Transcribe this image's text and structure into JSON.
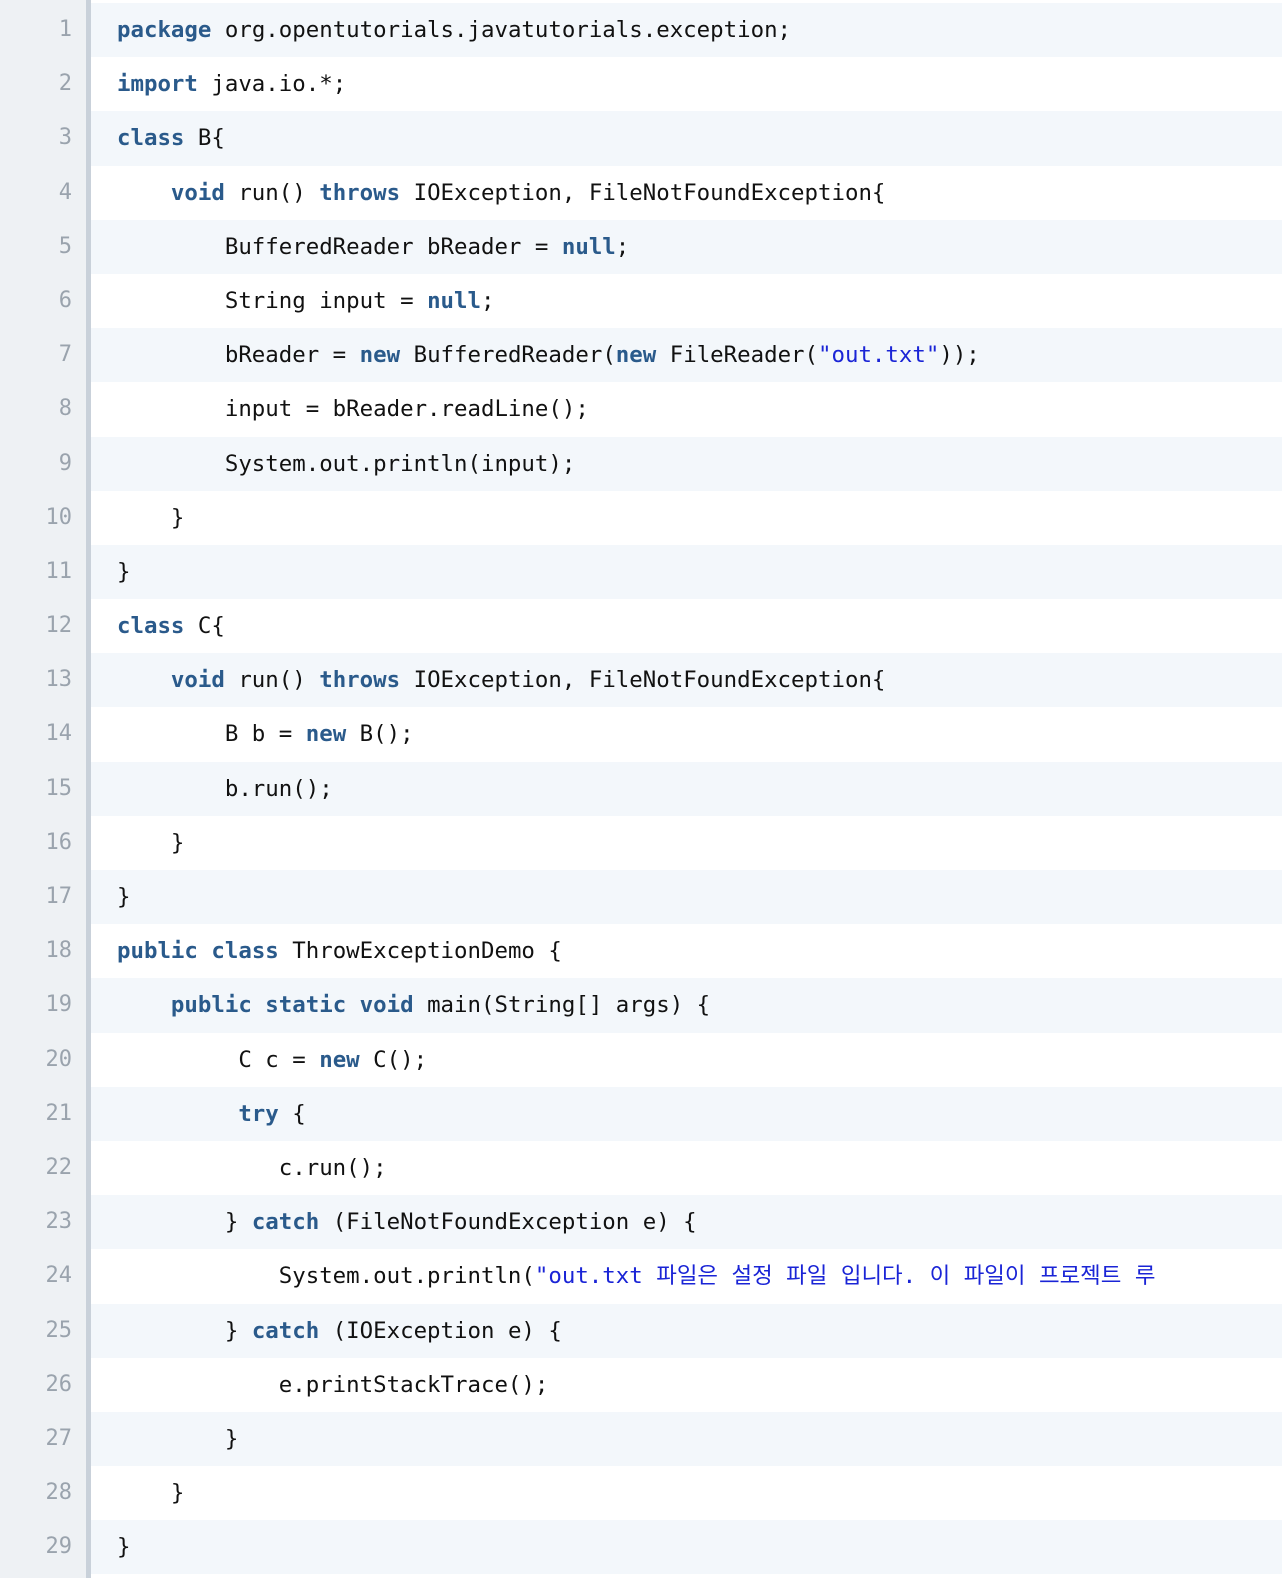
{
  "code": {
    "lines": [
      {
        "number": "1",
        "tokens": [
          {
            "t": "package",
            "k": "keyword"
          },
          {
            "t": " org.opentutorials.javatutorials.exception;",
            "k": "plain"
          }
        ]
      },
      {
        "number": "2",
        "tokens": [
          {
            "t": "import",
            "k": "keyword"
          },
          {
            "t": " java.io.*;",
            "k": "plain"
          }
        ]
      },
      {
        "number": "3",
        "tokens": [
          {
            "t": "class",
            "k": "keyword"
          },
          {
            "t": " B{",
            "k": "plain"
          }
        ]
      },
      {
        "number": "4",
        "tokens": [
          {
            "t": "    ",
            "k": "plain"
          },
          {
            "t": "void",
            "k": "keyword"
          },
          {
            "t": " run() ",
            "k": "plain"
          },
          {
            "t": "throws",
            "k": "keyword"
          },
          {
            "t": " IOException, FileNotFoundException{",
            "k": "plain"
          }
        ]
      },
      {
        "number": "5",
        "tokens": [
          {
            "t": "        BufferedReader bReader = ",
            "k": "plain"
          },
          {
            "t": "null",
            "k": "keyword"
          },
          {
            "t": ";",
            "k": "plain"
          }
        ]
      },
      {
        "number": "6",
        "tokens": [
          {
            "t": "        String input = ",
            "k": "plain"
          },
          {
            "t": "null",
            "k": "keyword"
          },
          {
            "t": ";",
            "k": "plain"
          }
        ]
      },
      {
        "number": "7",
        "tokens": [
          {
            "t": "        bReader = ",
            "k": "plain"
          },
          {
            "t": "new",
            "k": "keyword"
          },
          {
            "t": " BufferedReader(",
            "k": "plain"
          },
          {
            "t": "new",
            "k": "keyword"
          },
          {
            "t": " FileReader(",
            "k": "plain"
          },
          {
            "t": "\"out.txt\"",
            "k": "string"
          },
          {
            "t": "));",
            "k": "plain"
          }
        ]
      },
      {
        "number": "8",
        "tokens": [
          {
            "t": "        input = bReader.readLine();",
            "k": "plain"
          }
        ]
      },
      {
        "number": "9",
        "tokens": [
          {
            "t": "        System.out.println(input);",
            "k": "plain"
          }
        ]
      },
      {
        "number": "10",
        "tokens": [
          {
            "t": "    }",
            "k": "plain"
          }
        ]
      },
      {
        "number": "11",
        "tokens": [
          {
            "t": "}",
            "k": "plain"
          }
        ]
      },
      {
        "number": "12",
        "tokens": [
          {
            "t": "class",
            "k": "keyword"
          },
          {
            "t": " C{",
            "k": "plain"
          }
        ]
      },
      {
        "number": "13",
        "tokens": [
          {
            "t": "    ",
            "k": "plain"
          },
          {
            "t": "void",
            "k": "keyword"
          },
          {
            "t": " run() ",
            "k": "plain"
          },
          {
            "t": "throws",
            "k": "keyword"
          },
          {
            "t": " IOException, FileNotFoundException{",
            "k": "plain"
          }
        ]
      },
      {
        "number": "14",
        "tokens": [
          {
            "t": "        B b = ",
            "k": "plain"
          },
          {
            "t": "new",
            "k": "keyword"
          },
          {
            "t": " B();",
            "k": "plain"
          }
        ]
      },
      {
        "number": "15",
        "tokens": [
          {
            "t": "        b.run();",
            "k": "plain"
          }
        ]
      },
      {
        "number": "16",
        "tokens": [
          {
            "t": "    }",
            "k": "plain"
          }
        ]
      },
      {
        "number": "17",
        "tokens": [
          {
            "t": "}",
            "k": "plain"
          }
        ]
      },
      {
        "number": "18",
        "tokens": [
          {
            "t": "public",
            "k": "keyword"
          },
          {
            "t": " ",
            "k": "plain"
          },
          {
            "t": "class",
            "k": "keyword"
          },
          {
            "t": " ThrowExceptionDemo {",
            "k": "plain"
          }
        ]
      },
      {
        "number": "19",
        "tokens": [
          {
            "t": "    ",
            "k": "plain"
          },
          {
            "t": "public",
            "k": "keyword"
          },
          {
            "t": " ",
            "k": "plain"
          },
          {
            "t": "static",
            "k": "keyword"
          },
          {
            "t": " ",
            "k": "plain"
          },
          {
            "t": "void",
            "k": "keyword"
          },
          {
            "t": " main(String[] args) {",
            "k": "plain"
          }
        ]
      },
      {
        "number": "20",
        "tokens": [
          {
            "t": "         C c = ",
            "k": "plain"
          },
          {
            "t": "new",
            "k": "keyword"
          },
          {
            "t": " C();",
            "k": "plain"
          }
        ]
      },
      {
        "number": "21",
        "tokens": [
          {
            "t": "         ",
            "k": "plain"
          },
          {
            "t": "try",
            "k": "keyword"
          },
          {
            "t": " {",
            "k": "plain"
          }
        ]
      },
      {
        "number": "22",
        "tokens": [
          {
            "t": "            c.run();",
            "k": "plain"
          }
        ]
      },
      {
        "number": "23",
        "tokens": [
          {
            "t": "        } ",
            "k": "plain"
          },
          {
            "t": "catch",
            "k": "keyword"
          },
          {
            "t": " (FileNotFoundException e) {",
            "k": "plain"
          }
        ]
      },
      {
        "number": "24",
        "tokens": [
          {
            "t": "            System.out.println(",
            "k": "plain"
          },
          {
            "t": "\"out.txt 파일은 설정 파일 입니다. 이 파일이 프로젝트 루",
            "k": "string"
          }
        ]
      },
      {
        "number": "25",
        "tokens": [
          {
            "t": "        } ",
            "k": "plain"
          },
          {
            "t": "catch",
            "k": "keyword"
          },
          {
            "t": " (IOException e) {",
            "k": "plain"
          }
        ]
      },
      {
        "number": "26",
        "tokens": [
          {
            "t": "            e.printStackTrace();",
            "k": "plain"
          }
        ]
      },
      {
        "number": "27",
        "tokens": [
          {
            "t": "        }",
            "k": "plain"
          }
        ]
      },
      {
        "number": "28",
        "tokens": [
          {
            "t": "    }",
            "k": "plain"
          }
        ]
      },
      {
        "number": "29",
        "tokens": [
          {
            "t": "}",
            "k": "plain"
          }
        ]
      }
    ]
  }
}
